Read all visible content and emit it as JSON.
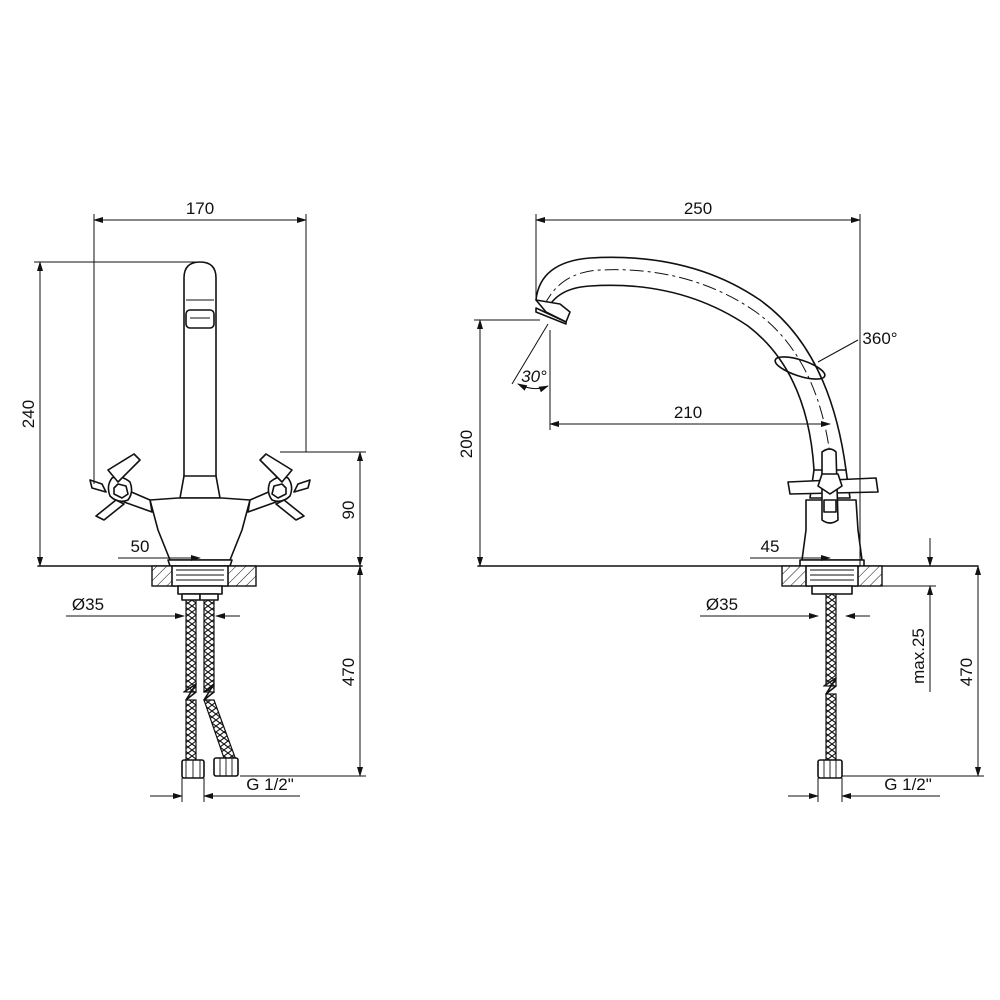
{
  "front_view": {
    "width_label": "170",
    "height_label": "240",
    "handle_height_label": "90",
    "body_offset_label": "50",
    "diameter_label": "Ø35",
    "hose_length_label": "470",
    "thread_label": "G 1/2\""
  },
  "side_view": {
    "reach_label": "250",
    "spout_reach_label": "210",
    "height_label": "200",
    "rotation_label": "360°",
    "angle_label": "30°",
    "body_offset_label": "45",
    "diameter_label": "Ø35",
    "max_thickness_label": "max.25",
    "hose_length_label": "470",
    "thread_label": "G 1/2\""
  }
}
